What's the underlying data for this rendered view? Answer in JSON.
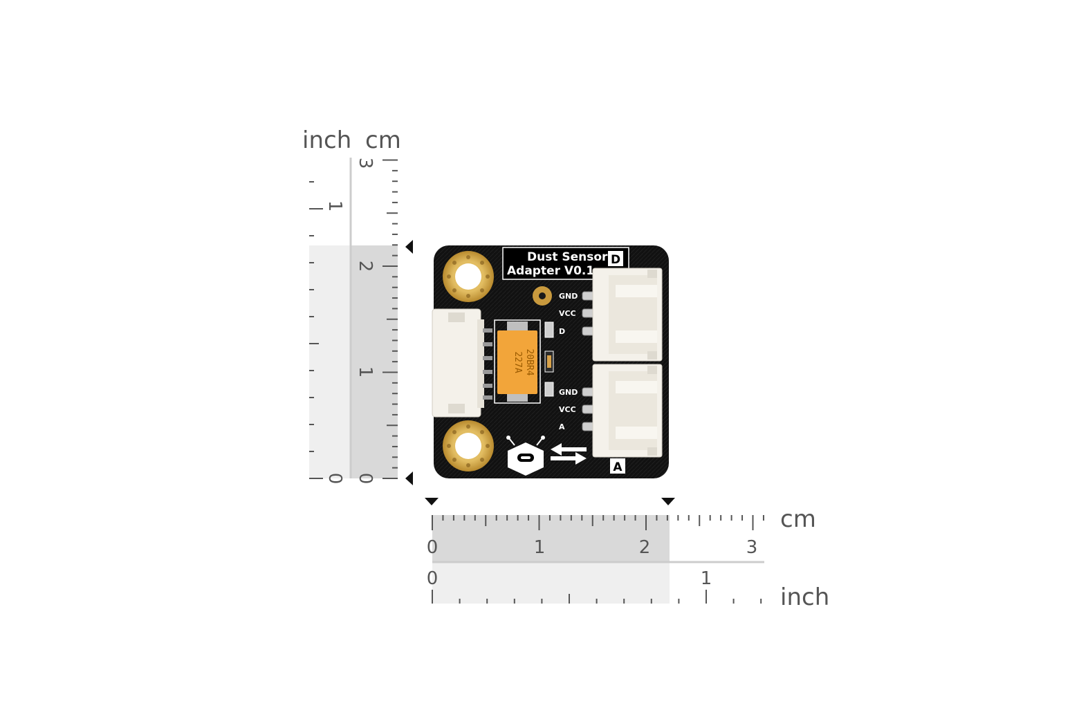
{
  "ruler_vertical": {
    "left_unit": "inch",
    "right_unit": "cm",
    "inch_labels": [
      "0",
      "1"
    ],
    "cm_labels": [
      "0",
      "1",
      "2",
      "3"
    ]
  },
  "ruler_horizontal": {
    "top_unit": "cm",
    "bottom_unit": "inch",
    "cm_labels": [
      "0",
      "1",
      "2",
      "3"
    ],
    "inch_labels": [
      "0",
      "1"
    ]
  },
  "board": {
    "title_line1": "Dust Sensor",
    "title_line2": "Adapter V0.1",
    "badge_digital": "D",
    "badge_analog": "A",
    "pin_labels_digital": [
      "GND",
      "VCC",
      "D"
    ],
    "pin_labels_analog": [
      "GND",
      "VCC",
      "A"
    ],
    "capacitor_line1": "227A",
    "capacitor_line2": "20BR4"
  },
  "colors": {
    "pcb": "#0d0d0d",
    "gold": "#d4a84a",
    "capacitor": "#f2a53a",
    "connector": "#f4f1ea",
    "ruler_shade_dark": "#d9d9d9",
    "ruler_shade_light": "#efefef"
  }
}
